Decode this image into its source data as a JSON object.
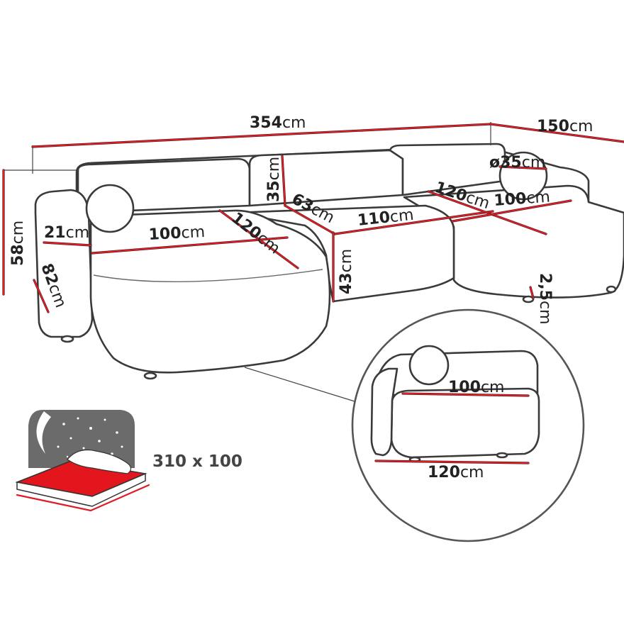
{
  "dimensions": {
    "total_length": {
      "value": "354",
      "unit": "cm"
    },
    "chaise_width": {
      "value": "150",
      "unit": "cm"
    },
    "total_height": {
      "value": "58",
      "unit": "cm"
    },
    "pillow_diameter": {
      "value": "ø35",
      "unit": "cm"
    },
    "back_height": {
      "value": "35",
      "unit": "cm"
    },
    "seat_height": {
      "value": "43",
      "unit": "cm"
    },
    "back_depth": {
      "value": "63",
      "unit": "cm"
    },
    "middle_width": {
      "value": "110",
      "unit": "cm"
    },
    "left_seat_width": {
      "value": "100",
      "unit": "cm"
    },
    "left_seat_depth": {
      "value": "120",
      "unit": "cm"
    },
    "armrest_width": {
      "value": "21",
      "unit": "cm"
    },
    "depth_82": {
      "value": "82",
      "unit": "cm"
    },
    "chaise_depth": {
      "value": "120",
      "unit": "cm"
    },
    "chaise_seat_width": {
      "value": "100",
      "unit": "cm"
    },
    "legs_height": {
      "value": "2,5",
      "unit": "cm"
    }
  },
  "sleep_area": {
    "label": "310 x 100"
  },
  "detail": {
    "seat_width": {
      "value": "100",
      "unit": "cm"
    },
    "seat_depth": {
      "value": "120",
      "unit": "cm"
    }
  },
  "colors": {
    "dimension_red": "#e01c24",
    "outline": "#3a3a3a",
    "night_sky": "#6b6b6b",
    "mattress_red": "#e3151d"
  }
}
